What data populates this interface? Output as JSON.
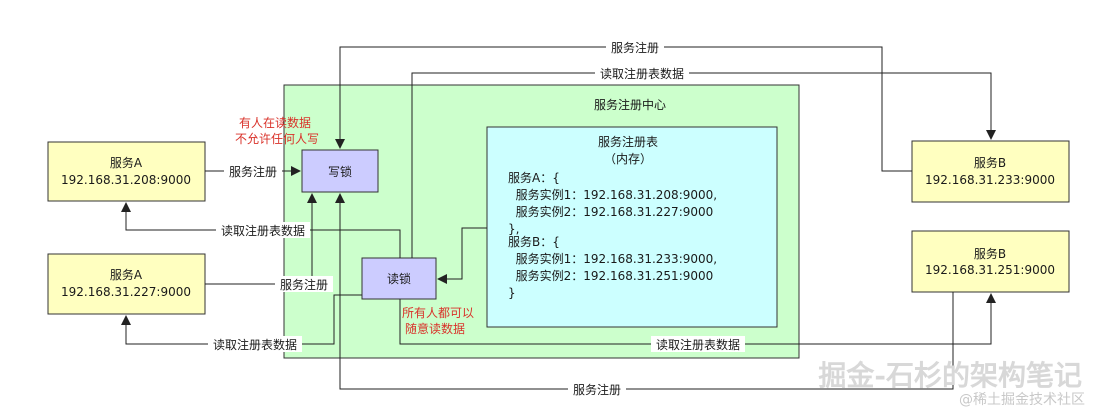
{
  "center": {
    "title": "服务注册中心"
  },
  "registry_table": {
    "title": "服务注册表",
    "subtitle": "（内存）",
    "lines": [
      "服务A：{",
      "  服务实例1：192.168.31.208:9000,",
      "  服务实例2：192.168.31.227:9000",
      "},",
      "服务B：{",
      "  服务实例1：192.168.31.233:9000,",
      "  服务实例2：192.168.31.251:9000",
      "}"
    ]
  },
  "write_lock": {
    "label": "写锁"
  },
  "read_lock": {
    "label": "读锁"
  },
  "services": {
    "a1": {
      "name": "服务A",
      "addr": "192.168.31.208:9000"
    },
    "a2": {
      "name": "服务A",
      "addr": "192.168.31.227:9000"
    },
    "b1": {
      "name": "服务B",
      "addr": "192.168.31.233:9000"
    },
    "b2": {
      "name": "服务B",
      "addr": "192.168.31.251:9000"
    }
  },
  "labels": {
    "register": "服务注册",
    "read_registry": "读取注册表数据"
  },
  "notes": {
    "write_line1": "有人在读数据",
    "write_line2": "不允许任何人写",
    "read_line1": "所有人都可以",
    "read_line2": "随意读数据"
  },
  "watermark": {
    "main": "掘金-石杉的架构笔记",
    "sub": "@稀土掘金技术社区"
  },
  "colors": {
    "service_fill": "#ffffc0",
    "center_fill": "#ccffcc",
    "registry_fill": "#ccffff",
    "lock_fill": "#ccccff",
    "note_red": "#d9322a"
  }
}
